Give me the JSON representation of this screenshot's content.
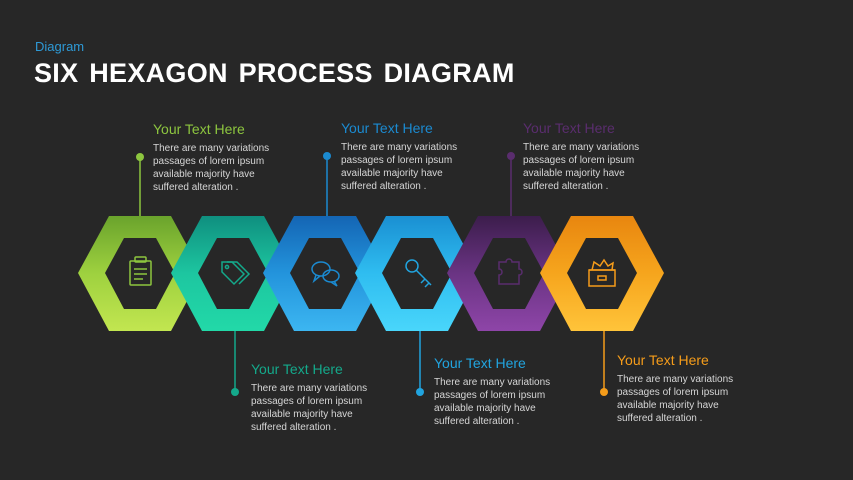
{
  "header": {
    "kicker": "Diagram",
    "title": "SIX HEXAGON PROCESS DIAGRAM"
  },
  "steps": [
    {
      "heading": "Your Text Here",
      "body": "There are many variations passages of lorem ipsum available majority have suffered alteration .",
      "color": "#8dc63f",
      "light": "#b6e04d",
      "icon": "clipboard-icon",
      "position": "top"
    },
    {
      "heading": "Your Text Here",
      "body": "There are many variations passages of lorem ipsum available majority have suffered alteration .",
      "color": "#14a98b",
      "light": "#2fd3a6",
      "icon": "tags-icon",
      "position": "bottom"
    },
    {
      "heading": "Your Text Here",
      "body": "There are many variations passages of lorem ipsum available majority have suffered alteration .",
      "color": "#1b8ad0",
      "light": "#39b4f0",
      "icon": "chat-bubbles-icon",
      "position": "top"
    },
    {
      "heading": "Your Text Here",
      "body": "There are many variations passages of lorem ipsum available majority have suffered alteration .",
      "color": "#21a4df",
      "light": "#3fd0f8",
      "icon": "key-icon",
      "position": "bottom"
    },
    {
      "heading": "Your Text Here",
      "body": "There are many variations passages of lorem ipsum available majority have suffered alteration .",
      "color": "#5a2d6e",
      "light": "#8a43a2",
      "icon": "puzzle-icon",
      "position": "top"
    },
    {
      "heading": "Your Text Here",
      "body": "There are many variations passages of lorem ipsum available majority have suffered alteration .",
      "color": "#f59c1a",
      "light": "#ffc83a",
      "icon": "box-icon",
      "position": "bottom"
    }
  ]
}
